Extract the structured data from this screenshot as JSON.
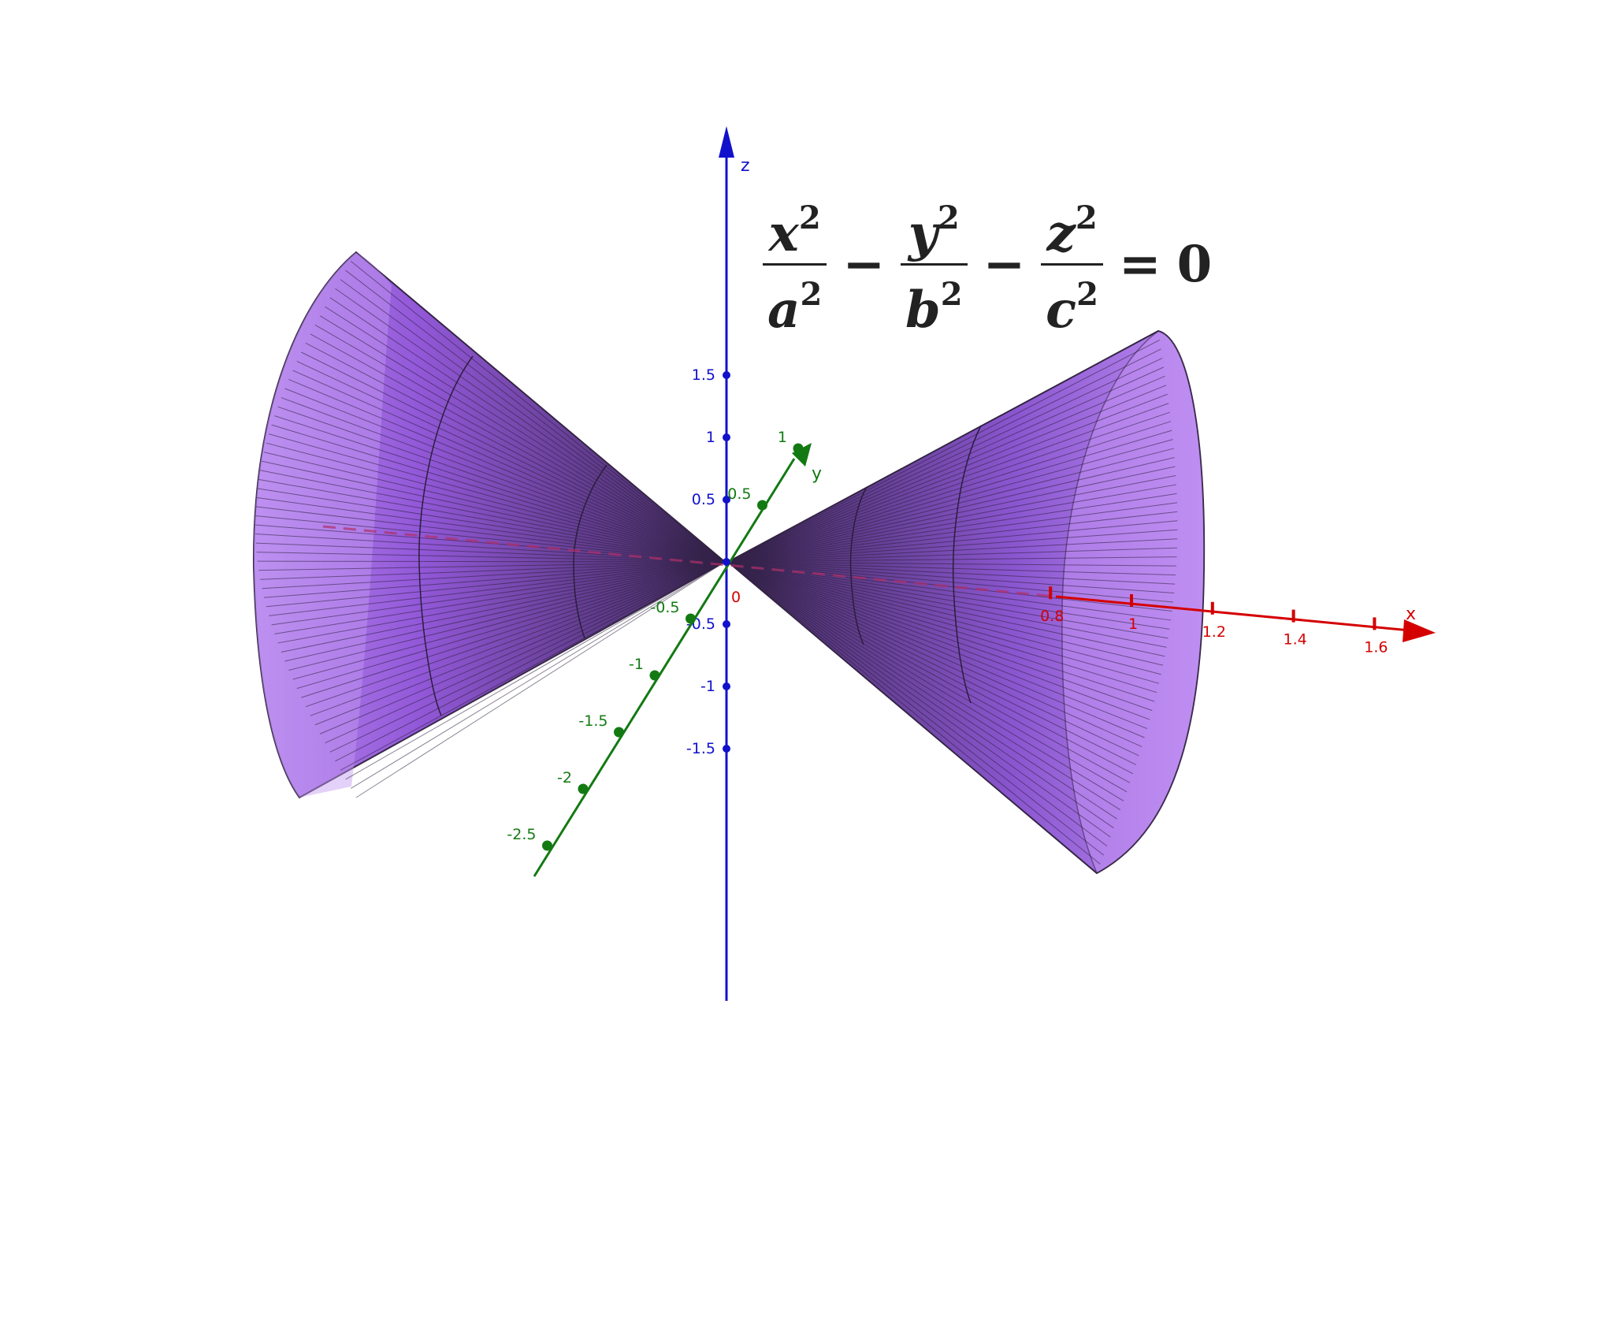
{
  "equation": {
    "x": "x",
    "y": "y",
    "z": "z",
    "a": "a",
    "b": "b",
    "c": "c",
    "exp": "2",
    "minus": "−",
    "equals": "=",
    "rhs": "0"
  },
  "axes": {
    "x": {
      "name": "x",
      "color": "#d40000",
      "ticks": [
        "0.8",
        "1",
        "1.2",
        "1.4",
        "1.6"
      ]
    },
    "y": {
      "name": "y",
      "color": "#137a13",
      "ticks": [
        "-2.5",
        "-2",
        "-1.5",
        "-1",
        "-0.5",
        "0.5",
        "1"
      ]
    },
    "z": {
      "name": "z",
      "color": "#1111cc",
      "ticks": [
        "1.5",
        "1",
        "0.5",
        "-0.5",
        "-1",
        "-1.5"
      ]
    },
    "origin": "0"
  },
  "surface": {
    "color": "#9b5fe0",
    "edge": "#3a2a4a"
  }
}
